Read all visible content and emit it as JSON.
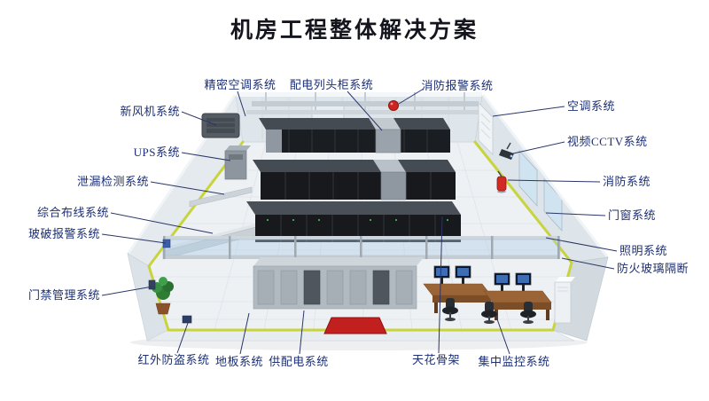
{
  "title": "机房工程整体解决方案",
  "labels": {
    "top": [
      {
        "text": "精密空调系统"
      },
      {
        "text": "配电列头柜系统"
      },
      {
        "text": "消防报警系统"
      }
    ],
    "left": [
      {
        "text": "新风机系统"
      },
      {
        "text": "UPS系统"
      },
      {
        "text": "泄漏检测系统"
      },
      {
        "text": "综合布线系统"
      },
      {
        "text": "玻破报警系统"
      },
      {
        "text": "门禁管理系统"
      }
    ],
    "right": [
      {
        "text": "空调系统"
      },
      {
        "text": "视频CCTV系统"
      },
      {
        "text": "消防系统"
      },
      {
        "text": "门窗系统"
      },
      {
        "text": "照明系统"
      },
      {
        "text": "防火玻璃隔断"
      }
    ],
    "bottom": [
      {
        "text": "红外防盗系统"
      },
      {
        "text": "地板系统"
      },
      {
        "text": "供配电系统"
      },
      {
        "text": "天花骨架"
      },
      {
        "text": "集中监控系统"
      }
    ]
  },
  "colors": {
    "label_text": "#1d3076",
    "leader_line": "#2b3668",
    "title_text": "#15151e",
    "alarm_red": "#ce2420",
    "mat_red": "#c2201f",
    "trim_yellow_green": "#c8d43c",
    "rack_black": "#17191d",
    "desk_brown": "#9a6436",
    "background": "#ffffff"
  }
}
